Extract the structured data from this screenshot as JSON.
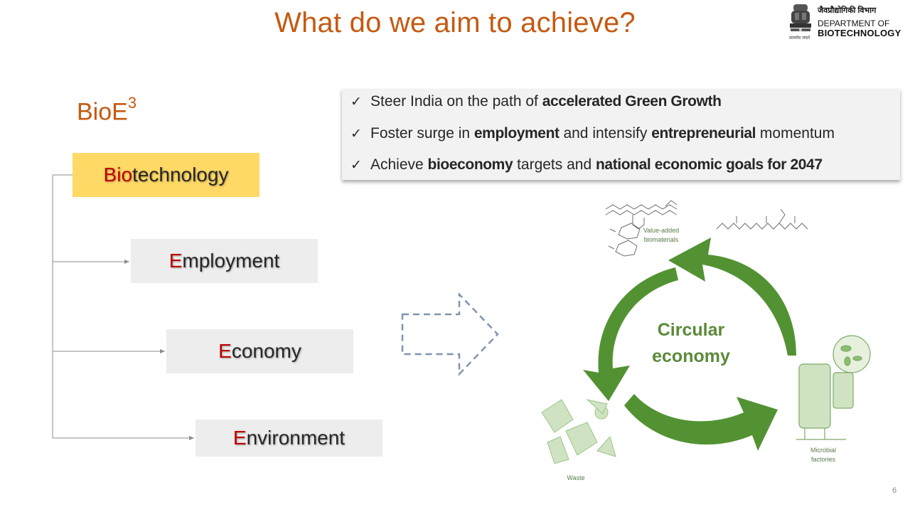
{
  "title": "What do we aim to achieve?",
  "logo": {
    "hindi": "जैवप्रौद्योगिकी विभाग",
    "line1": "DEPARTMENT OF",
    "line2": "BIOTECHNOLOGY",
    "motto": "सत्यमेव जयते"
  },
  "heading": {
    "base": "BioE",
    "sup": "3"
  },
  "pillars": [
    {
      "lead": "Bio",
      "rest": "technology"
    },
    {
      "lead": "E",
      "rest": "mployment"
    },
    {
      "lead": "E",
      "rest": "conomy"
    },
    {
      "lead": "E",
      "rest": "nvironment"
    }
  ],
  "goals": [
    {
      "t1": "Steer India on the path of ",
      "b1": "accelerated Green Growth"
    },
    {
      "t1": "Foster surge in ",
      "b1": "employment",
      "t2": " and intensify ",
      "b2": "entrepreneurial",
      "t3": " momentum"
    },
    {
      "t1": "Achieve ",
      "b1": "bioeconomy",
      "t2": " targets and ",
      "b2": "national economic goals for 2047"
    }
  ],
  "tick": "✓",
  "diagram": {
    "center_line1": "Circular",
    "center_line2": "economy",
    "biomaterials_1": "Value-added",
    "biomaterials_2": "biomaterials",
    "factories_1": "Microbial",
    "factories_2": "factories",
    "waste": "Waste"
  },
  "colors": {
    "title": "#c55a11",
    "accent_red": "#c00000",
    "highlight": "#ffd966",
    "box": "#ededed",
    "cycle_green": "#4a8c28"
  },
  "page_number": "6"
}
